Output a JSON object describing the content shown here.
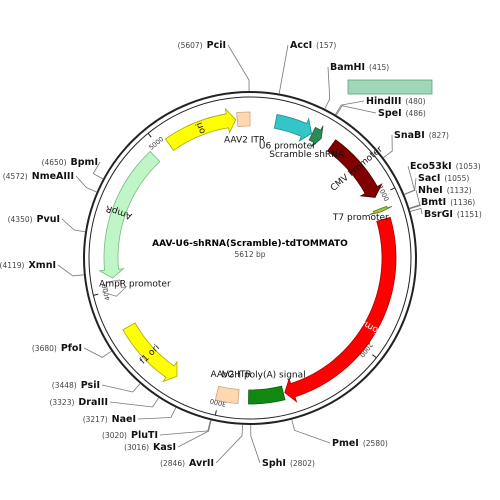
{
  "plasmid": {
    "name": "AAV-U6-shRNA(Scramble)-tdTOMMATO",
    "length_text": "5612 bp",
    "length": 5612
  },
  "features": [
    {
      "id": "u6",
      "label": "U6 promoter",
      "start": 166,
      "end": 410,
      "color": "#33c6c6",
      "stroke": "#1d8c8c",
      "dir": 1
    },
    {
      "id": "scramble",
      "label": "Scramble shRNA",
      "start": 415,
      "end": 480,
      "color": "#2e8b57",
      "stroke": "#1b5e3a",
      "dir": 1
    },
    {
      "id": "cmv",
      "label": "CMV Promoter",
      "start": 560,
      "end": 1000,
      "color": "#800000",
      "stroke": "#4d0000",
      "dir": 1
    },
    {
      "id": "t7",
      "label": "T7 promoter",
      "start": 1080,
      "end": 1101,
      "color": "#99cc33",
      "stroke": "#557722",
      "dir": 1
    },
    {
      "id": "tdtomato",
      "label": "tdTomato",
      "start": 1151,
      "end": 2580,
      "color": "#ff0000",
      "stroke": "#aa0000",
      "dir": 1
    },
    {
      "id": "bgh",
      "label": "bGH poly(A) signal",
      "start": 2590,
      "end": 2815,
      "color": "#118811",
      "stroke": "#0a5c0a",
      "dir": 0
    },
    {
      "id": "itr2",
      "label": "AAV2 ITR",
      "start": 2880,
      "end": 3020,
      "color": "#ffd8b0",
      "stroke": "#c9a37f",
      "dir": 0
    },
    {
      "id": "f1ori",
      "label": "f1 ori",
      "start": 3300,
      "end": 3750,
      "color": "#ffff00",
      "stroke": "#aaaa00",
      "dir": -1
    },
    {
      "id": "amprprom",
      "label": "AmpR promoter",
      "start": 3960,
      "end": 4060,
      "color": "#ffffff",
      "stroke": "#888888",
      "dir": -1
    },
    {
      "id": "ampr",
      "label": "AmpR",
      "start": 4080,
      "end": 4940,
      "color": "#c0f5c8",
      "stroke": "#6fbf7a",
      "dir": -1
    },
    {
      "id": "ori",
      "label": "ori",
      "start": 5060,
      "end": 5520,
      "color": "#ffff00",
      "stroke": "#aaaa00",
      "dir": 1
    },
    {
      "id": "itr1",
      "label": "AAV2 ITR",
      "start": 5530,
      "end": 5612,
      "color": "#ffd8b0",
      "stroke": "#c9a37f",
      "dir": 0
    }
  ],
  "ticks": [
    {
      "pos": 1000,
      "label": "1000"
    },
    {
      "pos": 2000,
      "label": "2000"
    },
    {
      "pos": 3000,
      "label": "3000"
    },
    {
      "pos": 4000,
      "label": "4000"
    },
    {
      "pos": 5000,
      "label": "5000"
    }
  ],
  "sites": [
    {
      "name": "PciI",
      "pos_text": "(5607)",
      "side": "left"
    },
    {
      "name": "AccI",
      "pos_text": "(157)",
      "side": "right"
    },
    {
      "name": "BamHI",
      "pos_text": "(415)",
      "side": "right"
    },
    {
      "name": "HindIII",
      "pos_text": "(480)",
      "side": "right"
    },
    {
      "name": "SpeI",
      "pos_text": "(486)",
      "side": "right"
    },
    {
      "name": "SnaBI",
      "pos_text": "(827)",
      "side": "right"
    },
    {
      "name": "Eco53kI",
      "pos_text": "(1053)",
      "side": "right"
    },
    {
      "name": "SacI",
      "pos_text": "(1055)",
      "side": "right"
    },
    {
      "name": "NheI",
      "pos_text": "(1132)",
      "side": "right"
    },
    {
      "name": "BmtI",
      "pos_text": "(1136)",
      "side": "right"
    },
    {
      "name": "BsrGI",
      "pos_text": "(1151)",
      "side": "right"
    },
    {
      "name": "PmeI",
      "pos_text": "(2580)",
      "side": "right"
    },
    {
      "name": "SphI",
      "pos_text": "(2802)",
      "side": "right"
    },
    {
      "name": "AvrII",
      "pos_text": "(2846)",
      "side": "left"
    },
    {
      "name": "KasI",
      "pos_text": "(3016)",
      "side": "left"
    },
    {
      "name": "PluTI",
      "pos_text": "(3020)",
      "side": "left"
    },
    {
      "name": "NaeI",
      "pos_text": "(3217)",
      "side": "left"
    },
    {
      "name": "DraIII",
      "pos_text": "(3323)",
      "side": "left"
    },
    {
      "name": "PsiI",
      "pos_text": "(3448)",
      "side": "left"
    },
    {
      "name": "PfoI",
      "pos_text": "(3680)",
      "side": "left"
    },
    {
      "name": "XmnI",
      "pos_text": "(4119)",
      "side": "left"
    },
    {
      "name": "PvuI",
      "pos_text": "(4350)",
      "side": "left"
    },
    {
      "name": "NmeAIII",
      "pos_text": "(4572)",
      "side": "left"
    },
    {
      "name": "BpmI",
      "pos_text": "(4650)",
      "side": "left"
    }
  ]
}
